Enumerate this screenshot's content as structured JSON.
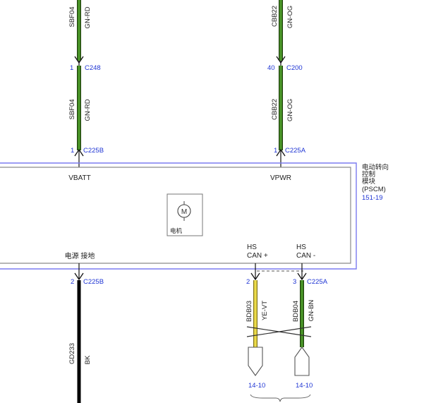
{
  "module": {
    "name_lines": [
      "电动转向",
      "控制",
      "模块",
      "(PSCM)"
    ],
    "page_ref": "151-19",
    "pin_vbatt": "VBATT",
    "pin_vpwr": "VPWR",
    "pin_ground": "电源 接地",
    "can_hi": [
      "HS",
      "CAN +"
    ],
    "can_lo": [
      "HS",
      "CAN -"
    ],
    "motor_symbol": "M",
    "motor_label": "电机"
  },
  "circuits": {
    "vbatt_upper": {
      "circuit": "SBF04",
      "color": "GN-RD"
    },
    "vbatt_lower": {
      "circuit": "SBF04",
      "color": "GN-RD"
    },
    "vpwr_upper": {
      "circuit": "CBB22",
      "color": "GN-OG"
    },
    "vpwr_lower": {
      "circuit": "CBB22",
      "color": "GN-OG"
    },
    "ground": {
      "circuit": "GD233",
      "color": "BK"
    },
    "can_hi": {
      "circuit": "BDB03",
      "color": "YE-VT"
    },
    "can_lo": {
      "circuit": "BDB04",
      "color": "GN-BN"
    }
  },
  "connectors": {
    "c248": {
      "pin": "1",
      "name": "C248"
    },
    "c225b_vbatt": {
      "pin": "1",
      "name": "C225B"
    },
    "c200": {
      "pin": "40",
      "name": "C200"
    },
    "c225a_vpwr": {
      "pin": "1",
      "name": "C225A"
    },
    "c225b_ground": {
      "pin": "2",
      "name": "C225B"
    },
    "c225a_can_hi": {
      "pin": "2"
    },
    "c225a_can_lo": {
      "pin": "3",
      "name": "C225A"
    }
  },
  "page_refs": {
    "can_hi": "14-10",
    "can_lo": "14-10"
  },
  "colors": {
    "link": "#1f35d4",
    "wire_green": "#4a9628",
    "wire_yellow": "#ecdc4a",
    "wire_black": "#000000",
    "module_border": "#7b7bf0"
  }
}
